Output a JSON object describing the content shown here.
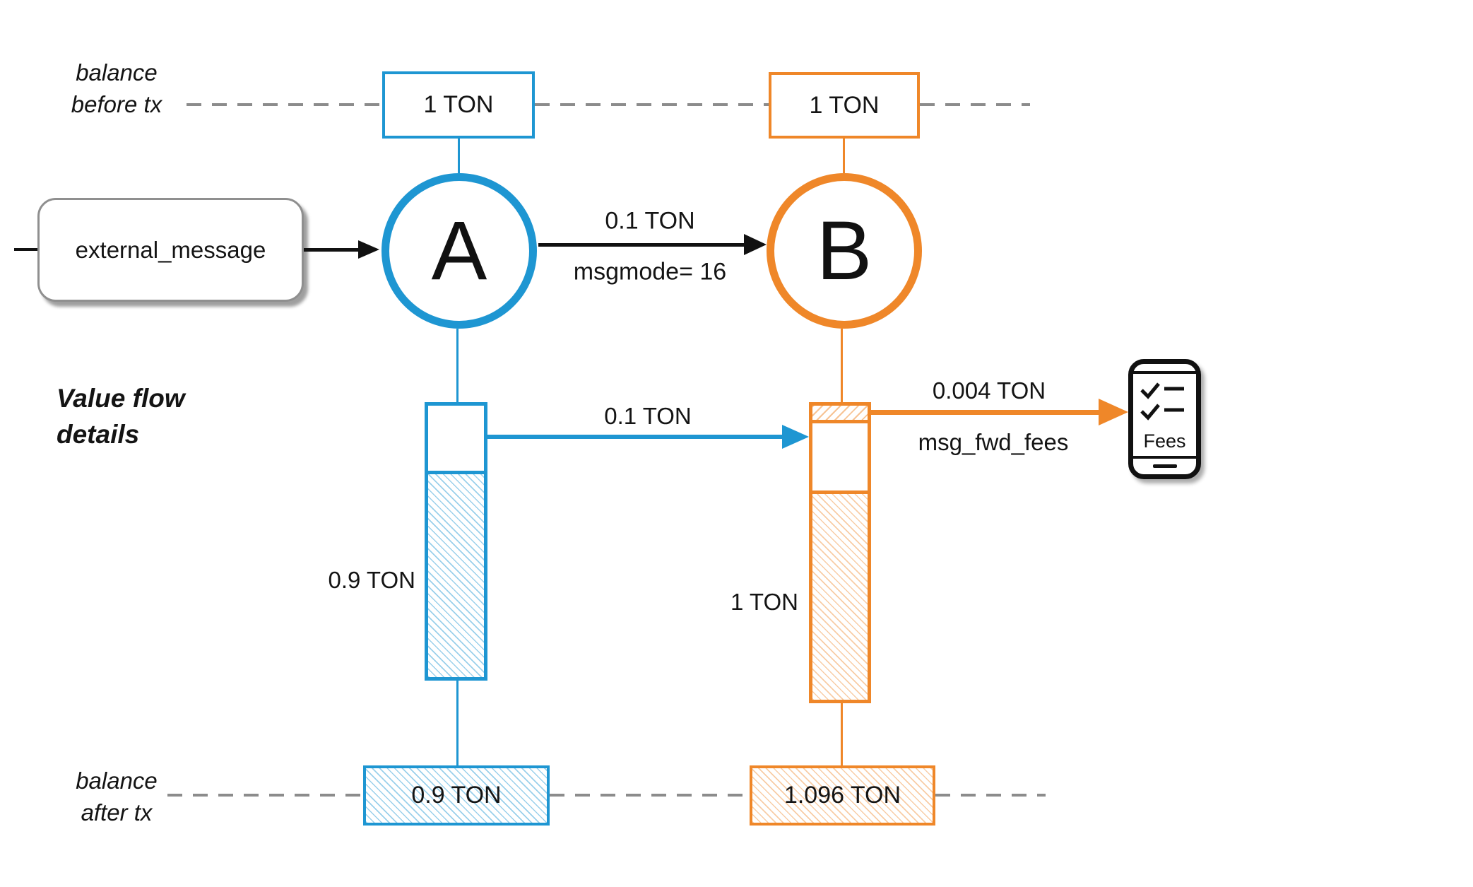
{
  "colors": {
    "blue": "#1e96d2",
    "orange": "#ef8729",
    "dash_gray": "#8c8c8c",
    "text": "#141414"
  },
  "row_labels": {
    "balance_before": {
      "line1": "balance",
      "line2": "before tx"
    },
    "value_flow": {
      "line1": "Value flow",
      "line2": "details"
    },
    "balance_after": {
      "line1": "balance",
      "line2": "after tx"
    }
  },
  "external_message": {
    "label": "external_message"
  },
  "accounts": {
    "a": {
      "letter": "A",
      "balance_before": "1 TON",
      "balance_after": "0.9 TON"
    },
    "b": {
      "letter": "B",
      "balance_before": "1 TON",
      "balance_after": "1.096 TON"
    }
  },
  "transfer": {
    "amount": "0.1 TON",
    "mode": "msgmode= 16"
  },
  "value_flow": {
    "a_remaining": "0.9 TON",
    "a_sent": "0.1 TON",
    "b_kept": "1 TON",
    "fee_amount": "0.004 TON",
    "fee_name": "msg_fwd_fees",
    "fee_icon_text": "Fees"
  }
}
